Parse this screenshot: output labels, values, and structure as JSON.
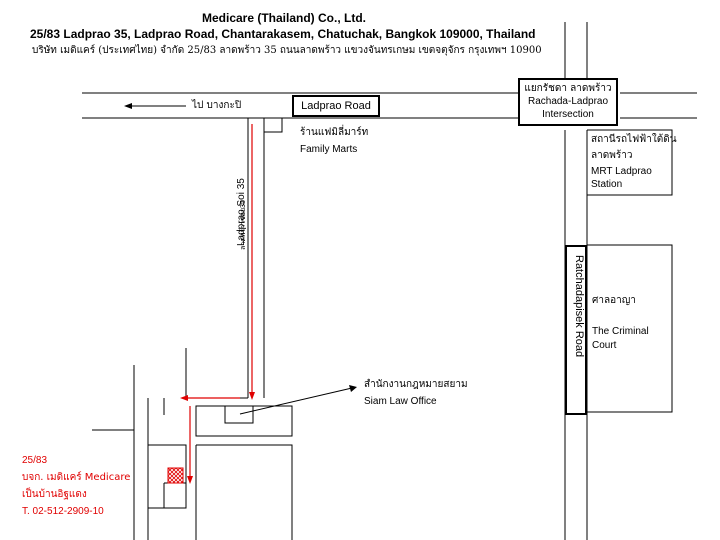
{
  "header": {
    "company": "Medicare (Thailand) Co., Ltd.",
    "address_en": "25/83 Ladprao 35, Ladprao Road, Chantarakasem, Chatuchak, Bangkok 109000, Thailand",
    "address_th": "บริษัท เมดิแคร์ (ประเทศไทย) จำกัด 25/83 ลาดพร้าว 35 ถนนลาดพร้าว แขวงจันทรเกษม เขตจตุจักร กรุงเทพฯ 10900"
  },
  "roads": {
    "ladprao_road": "Ladprao Road",
    "to_bangkapi": "ไป บางกะปิ",
    "soi_en": "Ladprao Soi 35",
    "soi_th": "ลาดพร้าวซอย35",
    "ratchadapisek": "Ratchadapisek Road"
  },
  "intersection": {
    "th": "แยกรัชดา ลาดพร้าว",
    "en_line1": "Rachada-Ladprao",
    "en_line2": "Intersection"
  },
  "landmarks": {
    "family_mart_th": "ร้านแฟมิลี่มาร์ท",
    "family_mart_en": "Family Marts",
    "mrt_th_line1": "สถานีรถไฟฟ้าใต้ดิน",
    "mrt_th_line2": "ลาดพร้าว",
    "mrt_en_line1": "MRT Ladprao",
    "mrt_en_line2": "Station",
    "court_th": "ศาลอาญา",
    "court_en_line1": "The Criminal",
    "court_en_line2": "Court",
    "law_office_th": "สำนักงานกฎหมายสยาม",
    "law_office_en": "Siam Law Office"
  },
  "destination": {
    "number": "25/83",
    "name": "บจก. เมดิแคร์ Medicare",
    "note": "เป็นบ้านอิฐแดง",
    "phone": "T. 02-512-2909-10"
  },
  "colors": {
    "route": "#e00000",
    "line": "#000000",
    "background": "#ffffff"
  }
}
